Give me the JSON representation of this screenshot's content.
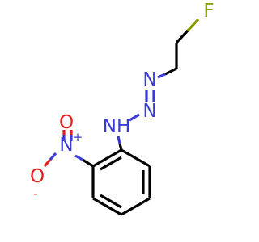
{
  "atoms": {
    "fluorine": "F",
    "azo_n1": "N",
    "azo_n2": "N",
    "amine": "NH",
    "nitro_n": "N",
    "nitro_o_top": "O",
    "nitro_o_left": "O"
  },
  "charges": {
    "nitro_n_plus": "+",
    "nitro_o_minus": "-"
  },
  "colors": {
    "fluorine": "#8a9c00",
    "nitrogen": "#3b3bd6",
    "oxygen": "#e32020",
    "bond": "#000000"
  }
}
